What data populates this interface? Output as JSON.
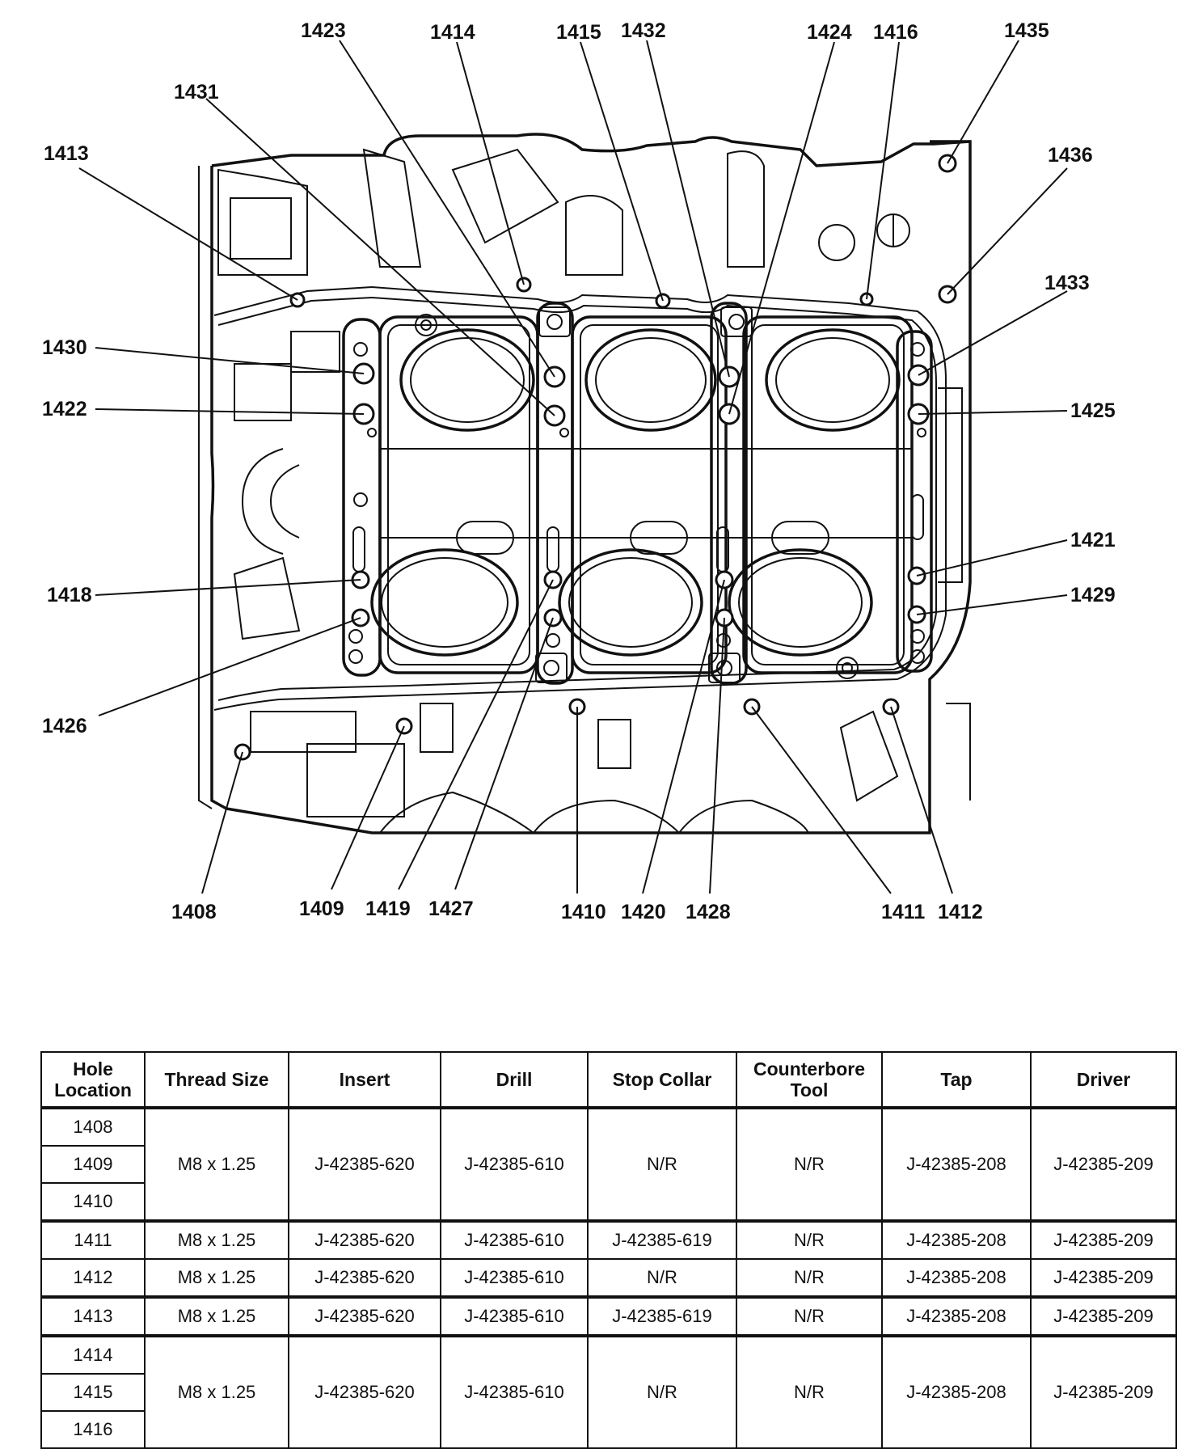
{
  "diagram": {
    "callouts": [
      "1423",
      "1414",
      "1415",
      "1432",
      "1424",
      "1416",
      "1435",
      "1431",
      "1413",
      "1436",
      "1433",
      "1430",
      "1422",
      "1425",
      "1421",
      "1418",
      "1429",
      "1426",
      "1408",
      "1409",
      "1419",
      "1427",
      "1410",
      "1420",
      "1428",
      "1411",
      "1412"
    ]
  },
  "table": {
    "headers": {
      "hole_location": "Hole Location",
      "thread_size": "Thread Size",
      "insert": "Insert",
      "drill": "Drill",
      "stop_collar": "Stop Collar",
      "counterbore_tool": "Counterbore Tool",
      "tap": "Tap",
      "driver": "Driver"
    },
    "rows": [
      {
        "holes": [
          "1408",
          "1409",
          "1410"
        ],
        "thread_size": "M8 x 1.25",
        "insert": "J-42385-620",
        "drill": "J-42385-610",
        "stop_collar": "N/R",
        "counterbore_tool": "N/R",
        "tap": "J-42385-208",
        "driver": "J-42385-209"
      },
      {
        "holes": [
          "1411"
        ],
        "thread_size": "M8 x 1.25",
        "insert": "J-42385-620",
        "drill": "J-42385-610",
        "stop_collar": "J-42385-619",
        "counterbore_tool": "N/R",
        "tap": "J-42385-208",
        "driver": "J-42385-209"
      },
      {
        "holes": [
          "1412"
        ],
        "thread_size": "M8 x 1.25",
        "insert": "J-42385-620",
        "drill": "J-42385-610",
        "stop_collar": "N/R",
        "counterbore_tool": "N/R",
        "tap": "J-42385-208",
        "driver": "J-42385-209"
      },
      {
        "holes": [
          "1413"
        ],
        "thread_size": "M8 x 1.25",
        "insert": "J-42385-620",
        "drill": "J-42385-610",
        "stop_collar": "J-42385-619",
        "counterbore_tool": "N/R",
        "tap": "J-42385-208",
        "driver": "J-42385-209"
      },
      {
        "holes": [
          "1414",
          "1415",
          "1416"
        ],
        "thread_size": "M8 x 1.25",
        "insert": "J-42385-620",
        "drill": "J-42385-610",
        "stop_collar": "N/R",
        "counterbore_tool": "N/R",
        "tap": "J-42385-208",
        "driver": "J-42385-209"
      }
    ]
  }
}
